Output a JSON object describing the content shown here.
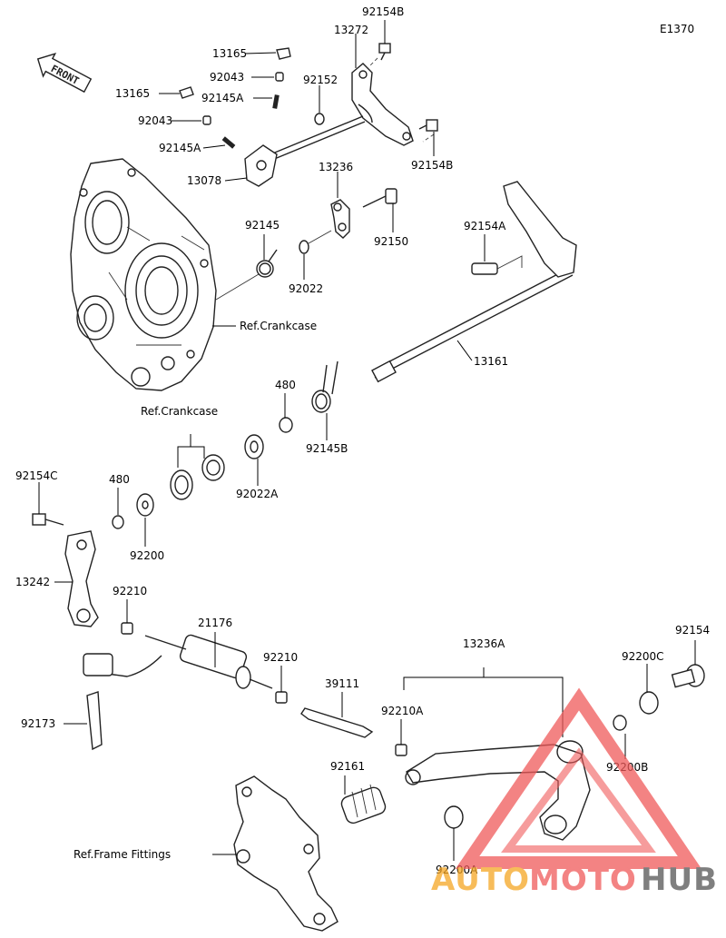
{
  "diagram_code": "E1370",
  "front_label": "FRONT",
  "callouts": {
    "c_92154B_top": "92154B",
    "c_13272": "13272",
    "c_13165_a": "13165",
    "c_92043_a": "92043",
    "c_13165_b": "13165",
    "c_92145A_a": "92145A",
    "c_92152": "92152",
    "c_92043_b": "92043",
    "c_92145A_b": "92145A",
    "c_13078": "13078",
    "c_92154B_bot": "92154B",
    "c_13236": "13236",
    "c_92145": "92145",
    "c_92150": "92150",
    "c_92154A": "92154A",
    "c_92022": "92022",
    "c_ref_crankcase_1": "Ref.Crankcase",
    "c_13161": "13161",
    "c_480_a": "480",
    "c_ref_crankcase_2": "Ref.Crankcase",
    "c_92145B": "92145B",
    "c_92022A": "92022A",
    "c_92154C": "92154C",
    "c_480_b": "480",
    "c_92200": "92200",
    "c_13242": "13242",
    "c_92210_a": "92210",
    "c_21176": "21176",
    "c_92210_b": "92210",
    "c_13236A": "13236A",
    "c_92154": "92154",
    "c_92200C": "92200C",
    "c_39111": "39111",
    "c_92210A": "92210A",
    "c_92173": "92173",
    "c_92161": "92161",
    "c_92200B": "92200B",
    "c_ref_frame_fittings": "Ref.Frame Fittings",
    "c_92200A": "92200A"
  },
  "watermark": {
    "auto": "AUTO",
    "moto": "MOTO",
    "hub": "HUB"
  },
  "colors": {
    "watermark_red": "#f05a5a",
    "watermark_orange": "#f5a623",
    "watermark_gray": "#555555"
  }
}
